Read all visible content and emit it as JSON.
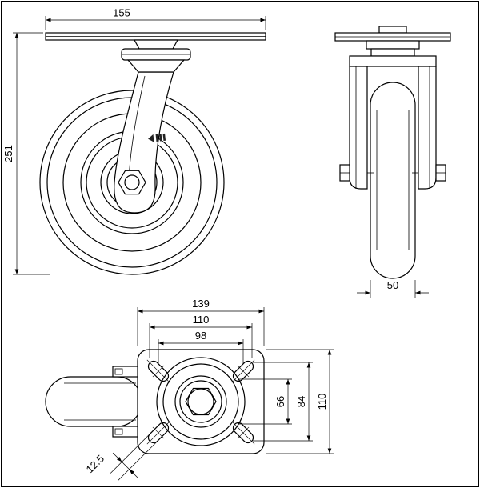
{
  "style": {
    "background": "#ffffff",
    "line_color": "#000000"
  },
  "dims": {
    "front": {
      "plate_width": "155",
      "overall_height": "251"
    },
    "side": {
      "wheel_width": "50"
    },
    "plan": {
      "plate_length": "139",
      "hole_span_outer": "110",
      "hole_span_inner": "98",
      "hole_span_v_inner": "66",
      "hole_span_v_outer": "84",
      "plate_width": "110",
      "slot_width": "12.5"
    }
  }
}
